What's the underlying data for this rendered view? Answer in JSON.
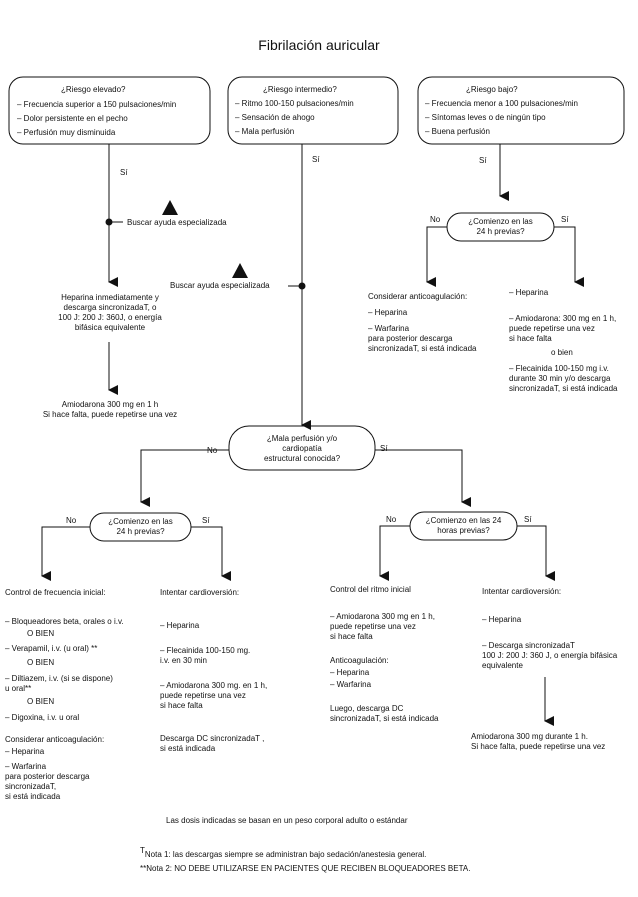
{
  "title": "Fibrilación auricular",
  "high": {
    "header": "¿Riesgo elevado?",
    "items": [
      "– Frecuencia superior a 150 pulsaciones/min",
      "– Dolor persistente en el pecho",
      "– Perfusión muy disminuida"
    ],
    "yes": "Sí",
    "help": "Buscar ayuda especializada",
    "treatment1": [
      "Heparina inmediatamente y",
      "descarga sincronizadaT, o",
      "100 J: 200 J: 360J, o energía",
      "bifásica equivalente"
    ],
    "treatment2": [
      "Amiodarona 300 mg en 1 h",
      "Si hace falta, puede repetirse una vez"
    ]
  },
  "mid": {
    "header": "¿Riesgo intermedio?",
    "items": [
      "– Ritmo 100-150 pulsaciones/min",
      "– Sensación de ahogo",
      "– Mala perfusión"
    ],
    "yes": "Sí",
    "help": "Buscar ayuda especializada"
  },
  "low": {
    "header": "¿Riesgo bajo?",
    "items": [
      "– Frecuencia menor a 100 pulsaciones/min",
      "– Síntomas leves o de ningún tipo",
      "– Buena perfusión"
    ],
    "yes": "Sí",
    "decision": [
      "¿Comienzo en las",
      "24 h previas?"
    ],
    "no_label": "No",
    "yes_label": "Sí",
    "left": [
      "Considerar anticoagulación:",
      "– Heparina",
      "– Warfarina",
      "para posterior descarga",
      "sincronizadaT, si está indicada"
    ],
    "right": [
      "– Heparina",
      "– Amiodarona: 300 mg en 1 h,",
      "puede repetirse una vez",
      "si hace falta",
      "o bien",
      "– Flecainida 100-150 mg i.v.",
      "durante 30 min y/o descarga",
      "sincronizadaT, si está indicada"
    ]
  },
  "perfusion": {
    "decision": [
      "¿Mala perfusión y/o",
      "cardiopatía",
      "estructural conocida?"
    ],
    "no_label": "No",
    "yes_label": "Sí"
  },
  "left_branch": {
    "decision": [
      "¿Comienzo en las",
      "24 h previas?"
    ],
    "no_label": "No",
    "yes_label": "Sí",
    "rate_control": [
      "Control de frecuencia inicial:",
      "– Bloqueadores beta, orales o i.v.",
      "O BIEN",
      "– Verapamil, i.v. (u oral) **",
      "O BIEN",
      "– Diltiazem, i.v. (si se dispone)",
      "u oral**",
      "O BIEN",
      "– Digoxina, i.v. u oral",
      "Considerar anticoagulación:",
      "– Heparina",
      "– Warfarina",
      "para posterior descarga",
      "sincronizadaT,",
      "si está indicada"
    ],
    "cardioversion": [
      "Intentar cardioversión:",
      "– Heparina",
      "– Flecainida 100-150 mg.",
      "i.v. en 30 min",
      "– Amiodarona 300 mg. en 1 h,",
      "puede repetirse una vez",
      "si hace falta",
      "Descarga DC sincronizadaT ,",
      "si está indicada"
    ]
  },
  "right_branch": {
    "decision": [
      "¿Comienzo en las 24",
      "horas previas?"
    ],
    "no_label": "No",
    "yes_label": "Sí",
    "rhythm_control": [
      "Control del ritmo inicial",
      "– Amiodarona 300 mg en 1 h,",
      "puede repetirse una vez",
      "si hace falta",
      "Anticoagulación:",
      "– Heparina",
      "– Warfarina",
      "Luego, descarga DC",
      "sincronizadaT, si está indicada"
    ],
    "cardioversion": [
      "Intentar cardioversión:",
      "– Heparina",
      "– Descarga sincronizadaT",
      "100 J: 200 J: 360 J, o energía bifásica",
      "equivalente"
    ],
    "treatment2": [
      "Amiodarona 300 mg durante 1 h.",
      "Si hace falta, puede repetirse una vez"
    ]
  },
  "footer": {
    "doses": "Las dosis indicadas se basan en un peso corporal adulto o estándar",
    "note1_mark": "T",
    "note1": "Nota 1: las descargas siempre se administran bajo sedación/anestesia general.",
    "note2": "**Nota 2: NO DEBE UTILIZARSE EN PACIENTES QUE RECIBEN BLOQUEADORES BETA."
  }
}
